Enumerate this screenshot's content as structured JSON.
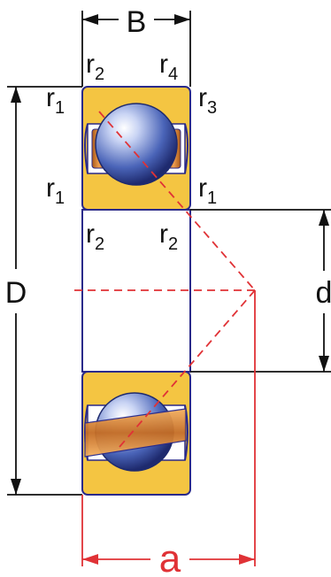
{
  "diagram": {
    "labels": {
      "B": "B",
      "D": "D",
      "d": "d",
      "a": "a"
    },
    "radii": {
      "r": "r",
      "top_left_pair": {
        "left_sub": "2",
        "right_sub": "4"
      },
      "upper_left_sub": "1",
      "upper_right_sub": "3",
      "mid_left_sub": "1",
      "mid_right_sub": "1",
      "lower_left_sub": "2",
      "lower_right_sub": "2"
    },
    "colors": {
      "outline": "#2a2a8a",
      "ring_fill": "#f4c542",
      "bore_fill": "#ffffff",
      "ball_fill": "#4a64b8",
      "cage_fill": "#d4802e",
      "dimension_line": "#111111",
      "contact_line": "#e03236"
    }
  }
}
